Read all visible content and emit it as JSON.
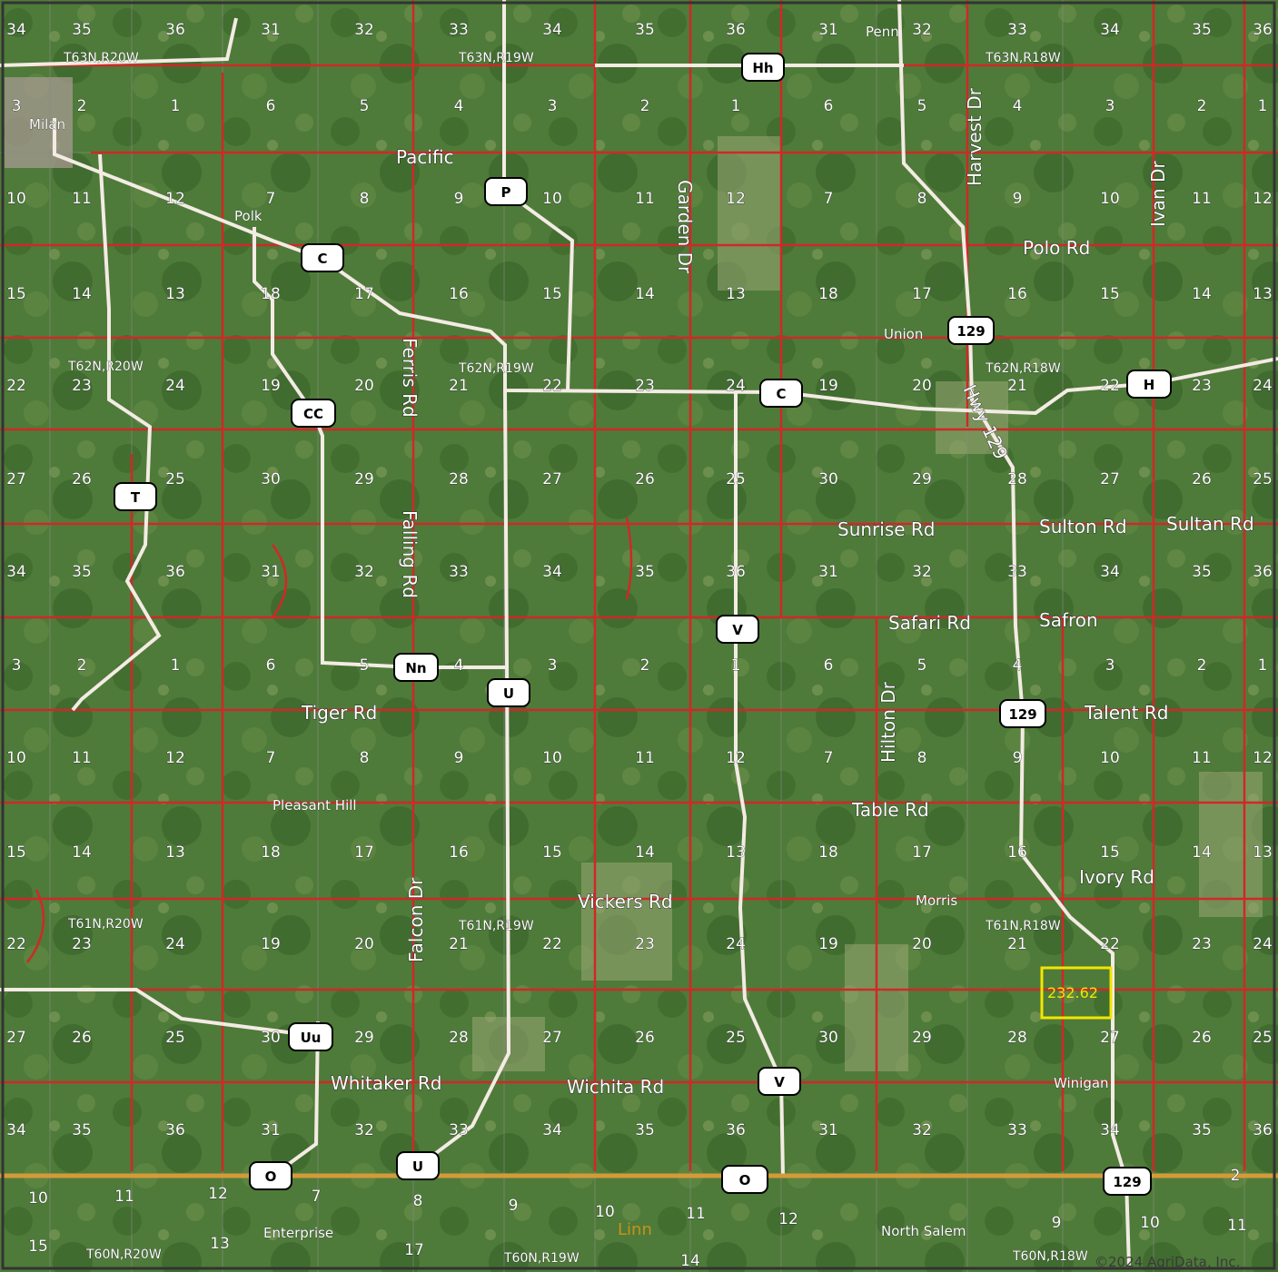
{
  "colors": {
    "land": "#4d7a38",
    "road_red": "#d02828",
    "highway_white": "#f4ebe4",
    "us_highway": "#d49a3a",
    "subject_outline": "#f2e600"
  },
  "sections": {
    "top": [
      "34",
      "35",
      "36",
      "31",
      "32",
      "33",
      "34",
      "35",
      "36",
      "31",
      "32",
      "33",
      "34",
      "35",
      "36"
    ],
    "r1": [
      "3",
      "2",
      "1",
      "6",
      "5",
      "4",
      "3",
      "2",
      "1",
      "6",
      "5",
      "4",
      "3",
      "2",
      "1"
    ],
    "r2": [
      "10",
      "11",
      "12",
      "7",
      "8",
      "9",
      "10",
      "11",
      "12",
      "7",
      "8",
      "9",
      "10",
      "11",
      "12"
    ],
    "r3": [
      "15",
      "14",
      "13",
      "18",
      "17",
      "16",
      "15",
      "14",
      "13",
      "18",
      "17",
      "16",
      "15",
      "14",
      "13"
    ],
    "r4": [
      "22",
      "23",
      "24",
      "19",
      "20",
      "21",
      "22",
      "23",
      "24",
      "19",
      "20",
      "21",
      "22",
      "23",
      "24"
    ],
    "r5": [
      "27",
      "26",
      "25",
      "30",
      "29",
      "28",
      "27",
      "26",
      "25",
      "30",
      "29",
      "28",
      "27",
      "26",
      "25"
    ],
    "r6": [
      "34",
      "35",
      "36",
      "31",
      "32",
      "33",
      "34",
      "35",
      "36",
      "31",
      "32",
      "33",
      "34",
      "35",
      "36"
    ],
    "r7": [
      "3",
      "2",
      "1",
      "6",
      "5",
      "4",
      "3",
      "2",
      "1",
      "6",
      "5",
      "4",
      "3",
      "2",
      "1"
    ],
    "r8": [
      "10",
      "11",
      "12",
      "7",
      "8",
      "9",
      "10",
      "11",
      "12",
      "7",
      "8",
      "9",
      "10",
      "11",
      "12"
    ],
    "r9": [
      "15",
      "14",
      "13",
      "18",
      "17",
      "16",
      "15",
      "14",
      "13",
      "18",
      "17",
      "16",
      "15",
      "14",
      "13"
    ],
    "r10": [
      "22",
      "23",
      "24",
      "19",
      "20",
      "21",
      "22",
      "23",
      "24",
      "19",
      "20",
      "21",
      "22",
      "23",
      "24"
    ],
    "r11": [
      "27",
      "26",
      "25",
      "30",
      "29",
      "28",
      "27",
      "26",
      "25",
      "30",
      "29",
      "28",
      "27",
      "26",
      "25"
    ],
    "r12": [
      "34",
      "35",
      "36",
      "31",
      "32",
      "33",
      "34",
      "35",
      "36",
      "31",
      "32",
      "33",
      "34",
      "35",
      "36"
    ],
    "bottom1": [
      "10",
      "11",
      "12",
      "7",
      "8",
      "9",
      "10",
      "11",
      "12",
      "9",
      "10",
      "11",
      "2"
    ],
    "bottom2": [
      "15",
      "13",
      "17",
      "14"
    ]
  },
  "townships": {
    "t63r20": "T63N,R20W",
    "t63r19": "T63N,R19W",
    "t63r18": "T63N,R18W",
    "t62r20": "T62N,R20W",
    "t62r19": "T62N,R19W",
    "t62r18": "T62N,R18W",
    "t61r20": "T61N,R20W",
    "t61r19": "T61N,R19W",
    "t61r18": "T61N,R18W",
    "t60r20": "T60N,R20W",
    "t60r19": "T60N,R19W",
    "t60r18": "T60N,R18W"
  },
  "places": {
    "milan": "Milan",
    "penn": "Penn",
    "pacific": "Pacific",
    "polk": "Polk",
    "union": "Union",
    "pleasant_hill": "Pleasant Hill",
    "morris": "Morris",
    "winigan": "Winigan",
    "enterprise": "Enterprise",
    "north_salem": "North Salem"
  },
  "roads": {
    "harvest_dr": "Harvest Dr",
    "ivan_dr": "Ivan Dr",
    "polo_rd": "Polo Rd",
    "garden_dr": "Garden Dr",
    "ferris_rd": "Ferris Rd",
    "falling_rd": "Falling Rd",
    "hwy_129": "Hwy 129",
    "sunrise_rd": "Sunrise Rd",
    "sulton_rd": "Sulton Rd",
    "sultan_rd": "Sultan Rd",
    "safari_rd": "Safari Rd",
    "safron": "Safron",
    "hilton_dr": "Hilton Dr",
    "tiger_rd": "Tiger Rd",
    "talent_rd": "Talent Rd",
    "table_rd": "Table Rd",
    "ivory_rd": "Ivory Rd",
    "falcon_dr": "Falcon Dr",
    "vickers_rd": "Vickers Rd",
    "whitaker_rd": "Whitaker Rd",
    "wichita_rd": "Wichita Rd"
  },
  "shields": {
    "hh": "Hh",
    "p": "P",
    "c1": "C",
    "c2": "C",
    "cc": "CC",
    "t": "T",
    "h": "H",
    "r129a": "129",
    "r129b": "129",
    "r129c": "129",
    "v1": "V",
    "v2": "V",
    "nn": "Nn",
    "u1": "U",
    "u2": "U",
    "uu": "Uu",
    "o1": "O",
    "o2": "O"
  },
  "subject_parcel": {
    "acres": "232.62"
  },
  "county": "Linn",
  "copyright": "©2024 AgriData, Inc."
}
